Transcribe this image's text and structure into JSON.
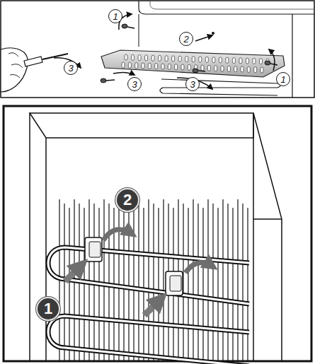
{
  "diagram": {
    "labels": [
      "1",
      "2",
      "3",
      "1",
      "3",
      "3",
      "2",
      "1"
    ]
  }
}
